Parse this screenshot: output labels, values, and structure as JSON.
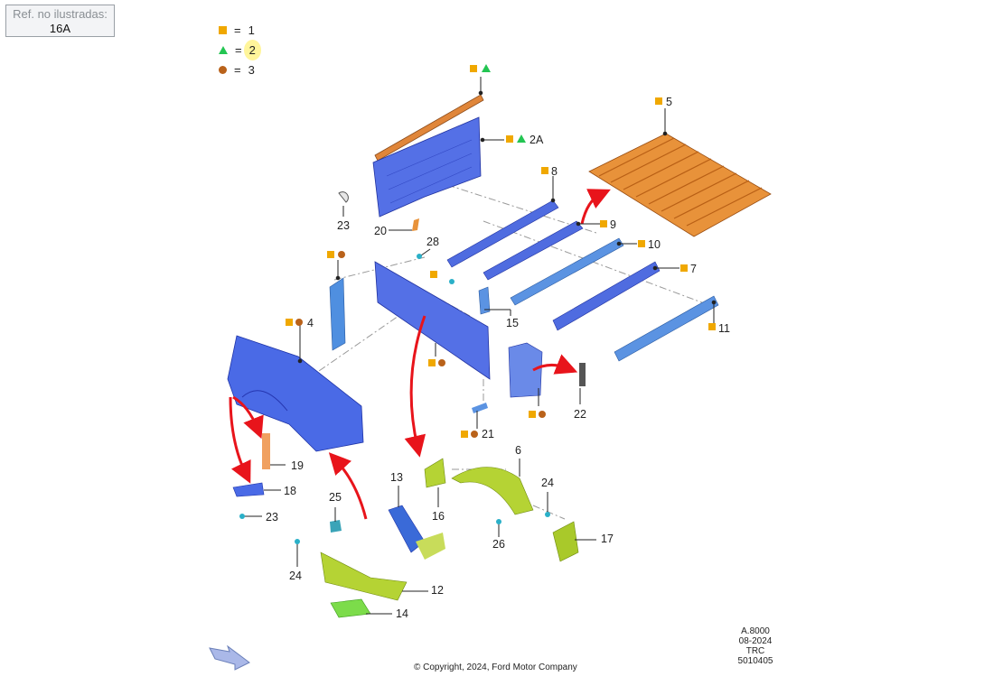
{
  "ref": {
    "label": "Ref. no ilustradas:",
    "value": "16A"
  },
  "legend": [
    {
      "symbol": "square",
      "eq": "=",
      "value": "1"
    },
    {
      "symbol": "triangle",
      "eq": "=",
      "value": "2"
    },
    {
      "symbol": "circle",
      "eq": "=",
      "value": "3"
    }
  ],
  "callouts": {
    "c1": "2A",
    "c2": "5",
    "c3": "8",
    "c4": "9",
    "c5": "10",
    "c6": "7",
    "c7": "11",
    "c8": "23",
    "c9": "20",
    "c10": "28",
    "c11": "4",
    "c12": "15",
    "c13": "22",
    "c14": "21",
    "c15": "19",
    "c16": "18",
    "c17": "23",
    "c18": "25",
    "c19": "13",
    "c20": "16",
    "c21": "6",
    "c22": "24",
    "c23": "26",
    "c24": "17",
    "c25": "24",
    "c26": "12",
    "c27": "14"
  },
  "colors": {
    "square": "#f0a800",
    "triangle": "#23c552",
    "circle": "#b9621a",
    "arrow": "#e8141b",
    "panel": "#4b63e0",
    "rail": "#4f8fe0",
    "floor": "#e8923a",
    "liner": "#b5d334"
  },
  "footer": {
    "copyright": "© Copyright, 2024, Ford Motor Company",
    "meta1": "A.8000",
    "meta2": "08-2024",
    "meta3": "TRC",
    "meta4": "5010405"
  }
}
